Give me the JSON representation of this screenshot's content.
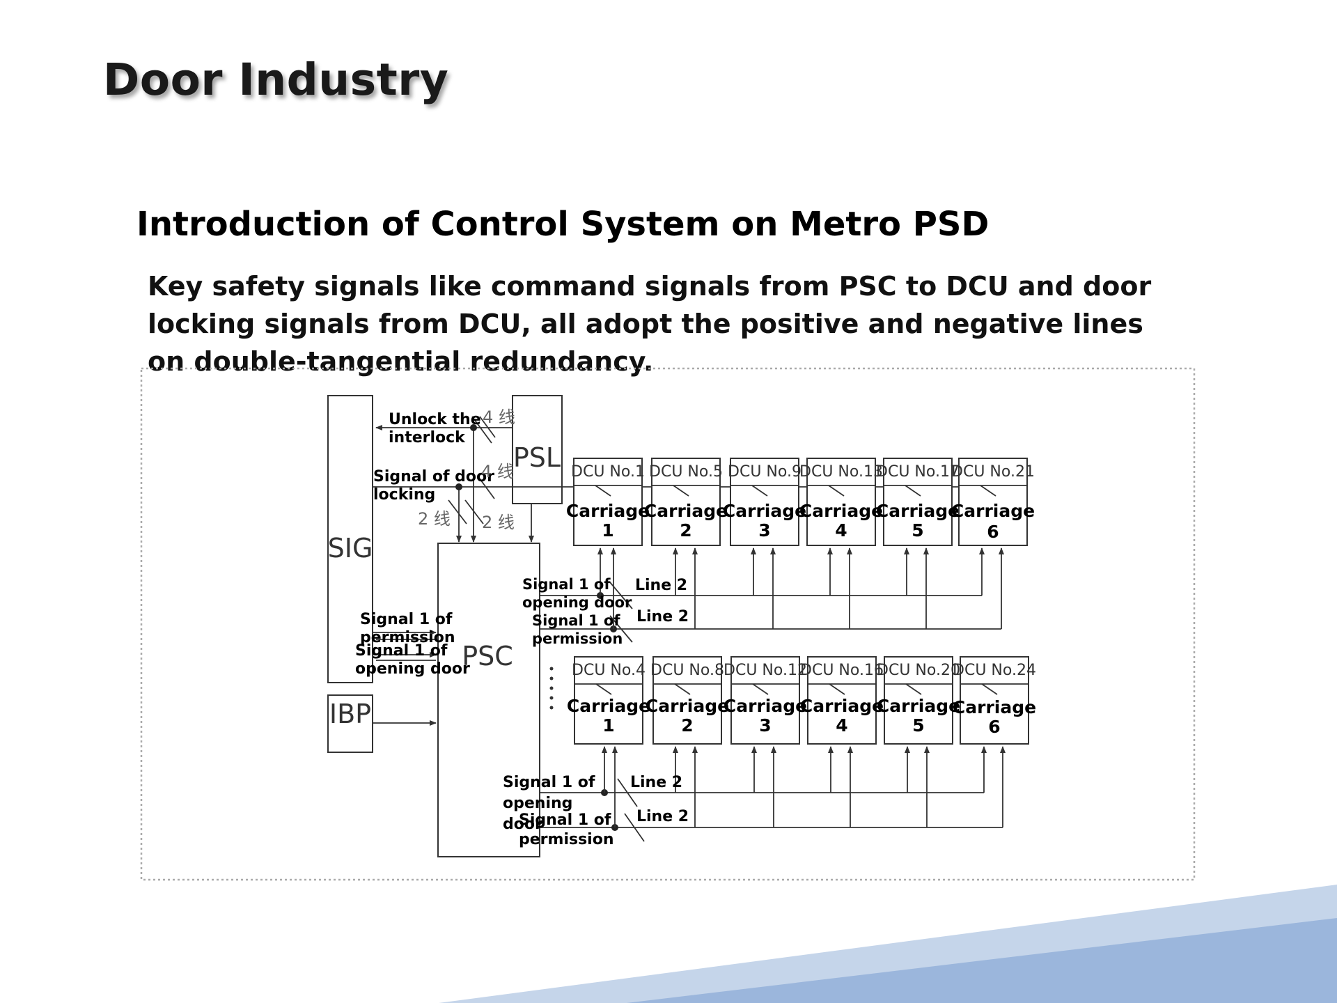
{
  "slide": {
    "title": "Door Industry",
    "subtitle": "Introduction of Control System on Metro PSD",
    "intro": "Key  safety signals like command signals from PSC to DCU and door locking signals from DCU, all adopt the positive and negative lines on double-tangential redundancy."
  },
  "diagram": {
    "blocks": {
      "sig": "SIG",
      "psl": "PSL",
      "psc": "PSC",
      "ibp": "IBP"
    },
    "labels": {
      "unlock_1": "Unlock the",
      "unlock_2": "interlock",
      "door_locking_1": "Signal of door",
      "door_locking_2": "locking",
      "four_line_a": "4 线",
      "four_line_b": "4 线",
      "two_line_a": "2 线",
      "two_line_b": "2 线",
      "perm_left_1": "Signal 1 of",
      "perm_left_2": "permission",
      "open_left_1": "Signal 1 of",
      "open_left_2": "opening door",
      "top_open_1": "Signal 1 of",
      "top_open_2": "opening door",
      "top_perm_1": "Signal 1 of",
      "top_perm_2": "permission",
      "top_line_a": "Line 2",
      "top_line_b": "Line 2",
      "bot_open_1": "Signal 1 of",
      "bot_open_2": "opening",
      "bot_open_3": "door",
      "bot_perm_1": "Signal 1 of",
      "bot_perm_2": "permission",
      "bot_line_a": "Line 2",
      "bot_line_b": "Line 2"
    },
    "top_row": [
      {
        "dcu": "DCU No.1",
        "carriage": "Carriage",
        "num": "1"
      },
      {
        "dcu": "DCU No.5",
        "carriage": "Carriage",
        "num": "2"
      },
      {
        "dcu": "DCU No.9",
        "carriage": "Carriage",
        "num": "3"
      },
      {
        "dcu": "DCU No.13",
        "carriage": "Carriage",
        "num": "4"
      },
      {
        "dcu": "DCU No.17",
        "carriage": "Carriage",
        "num": "5"
      },
      {
        "dcu": "DCU No.21",
        "carriage": "Carriage",
        "num": "6"
      }
    ],
    "bottom_row": [
      {
        "dcu": "DCU No.4",
        "carriage": "Carriage",
        "num": "1"
      },
      {
        "dcu": "DCU No.8",
        "carriage": "Carriage",
        "num": "2"
      },
      {
        "dcu": "DCU No.12",
        "carriage": "Carriage",
        "num": "3"
      },
      {
        "dcu": "DCU No.16",
        "carriage": "Carriage",
        "num": "4"
      },
      {
        "dcu": "DCU No.20",
        "carriage": "Carriage",
        "num": "5"
      },
      {
        "dcu": "DCU No.24",
        "carriage": "Carriage",
        "num": "6"
      }
    ]
  },
  "colors": {
    "wave_light": "#c5d5ea",
    "wave_dark": "#9bb6dc",
    "frame": "#aaaaaa"
  }
}
